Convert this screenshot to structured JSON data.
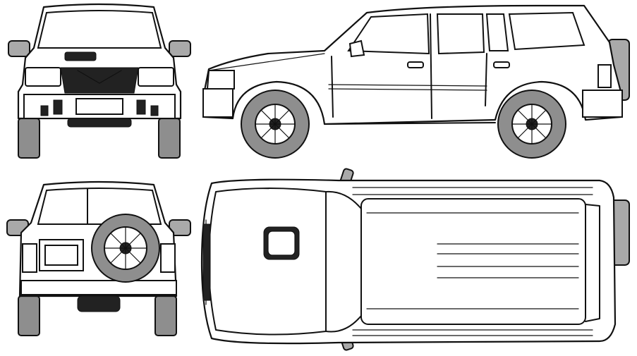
{
  "drawing": {
    "views": [
      {
        "name": "front"
      },
      {
        "name": "side"
      },
      {
        "name": "rear"
      },
      {
        "name": "top"
      }
    ],
    "colors": {
      "line": "#111111",
      "tire": "#8e8e8e",
      "mirror": "#a9a9a9",
      "background": "#ffffff"
    }
  }
}
